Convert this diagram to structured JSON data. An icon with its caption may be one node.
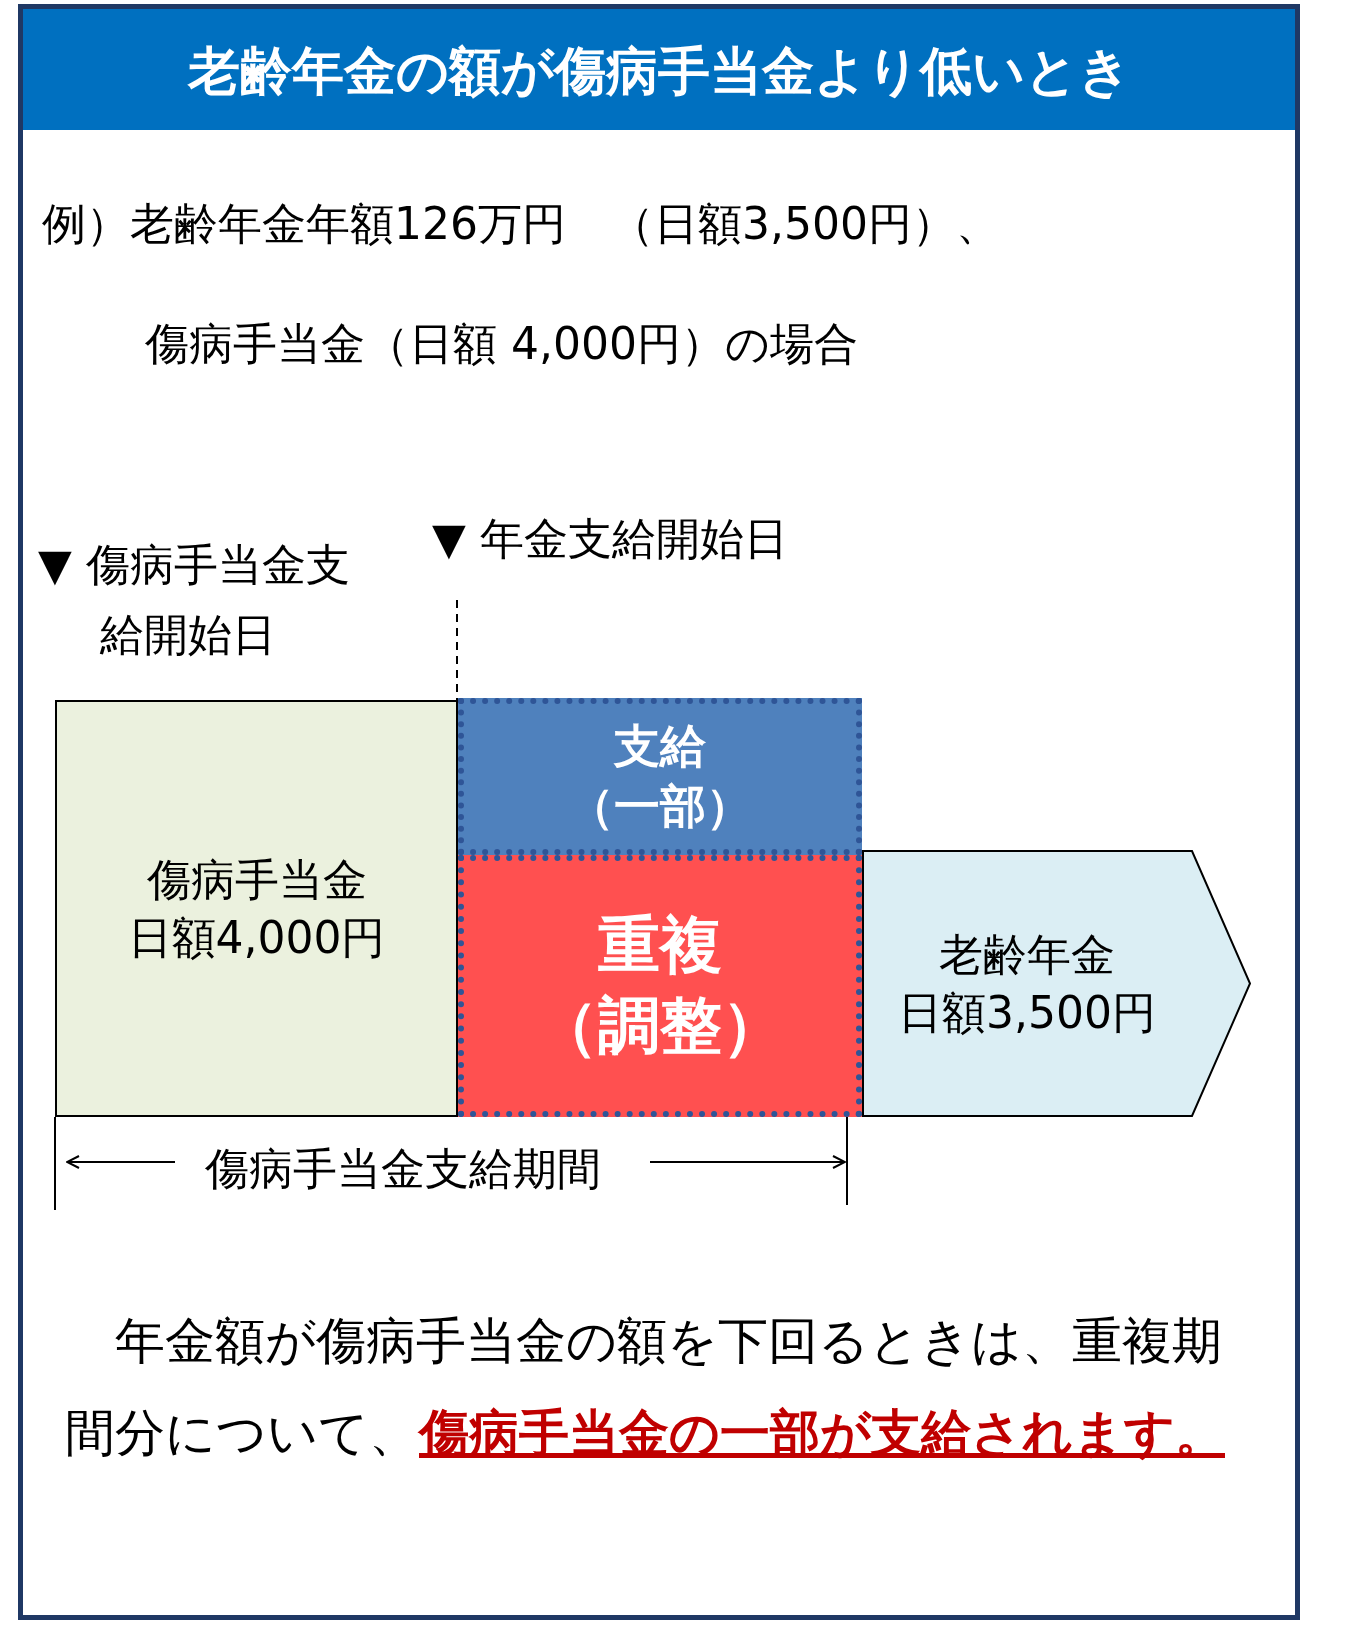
{
  "diagram": {
    "title": "老齢年金の額が傷病手当金より低いとき",
    "nodes": [
      {
        "text": [
          "傷病手当金",
          "日額4,000円"
        ]
      },
      {
        "text": [
          "支給",
          "（一部）"
        ]
      },
      {
        "text": [
          "重複",
          "（調整）"
        ]
      },
      {
        "text": [
          "老齢年金",
          "日額3,500円"
        ]
      }
    ],
    "labels": [
      "例）老齢年金年額126万円　（日額3,500円）、",
      "傷病手当金（日額 4,000円）の場合",
      "▼ 傷病手当金支給開始日",
      "▼ 年金支給開始日",
      "傷病手当金支給期間",
      "　年金額が傷病手当金の額を下回るときは、重複期間分について、**傷病手当金の一部が支給されます。**"
    ]
  }
}
